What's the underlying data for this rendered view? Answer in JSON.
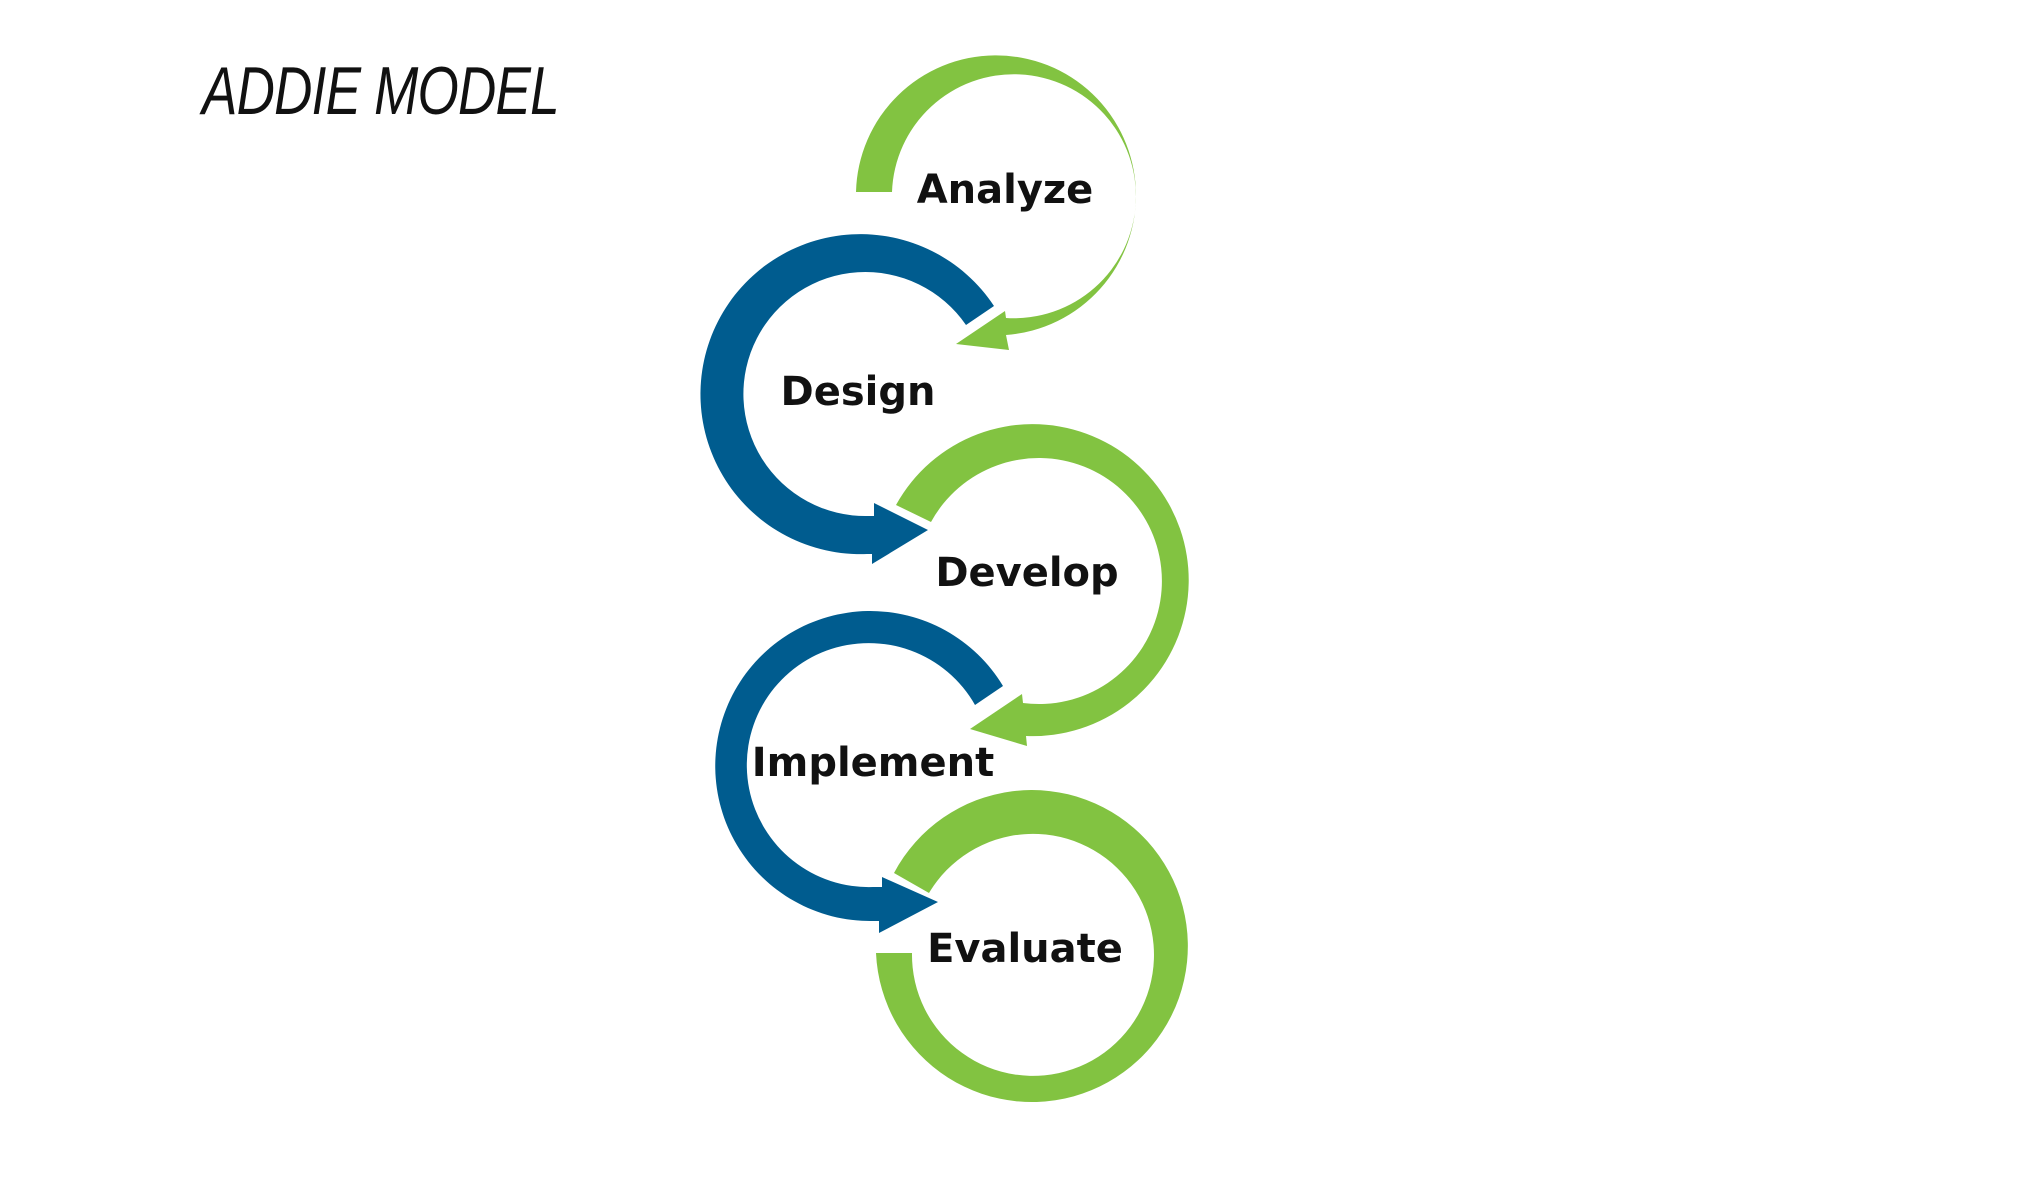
{
  "title": "ADDIE MODEL",
  "colors": {
    "green": "#82c341",
    "blue": "#005c8f"
  },
  "stages": [
    {
      "label": "Analyze",
      "color": "green",
      "icon": "circular-arrow-icon"
    },
    {
      "label": "Design",
      "color": "blue",
      "icon": "circular-arrow-icon"
    },
    {
      "label": "Develop",
      "color": "green",
      "icon": "circular-arrow-icon"
    },
    {
      "label": "Implement",
      "color": "blue",
      "icon": "circular-arrow-icon"
    },
    {
      "label": "Evaluate",
      "color": "green",
      "icon": "ring-icon"
    }
  ]
}
